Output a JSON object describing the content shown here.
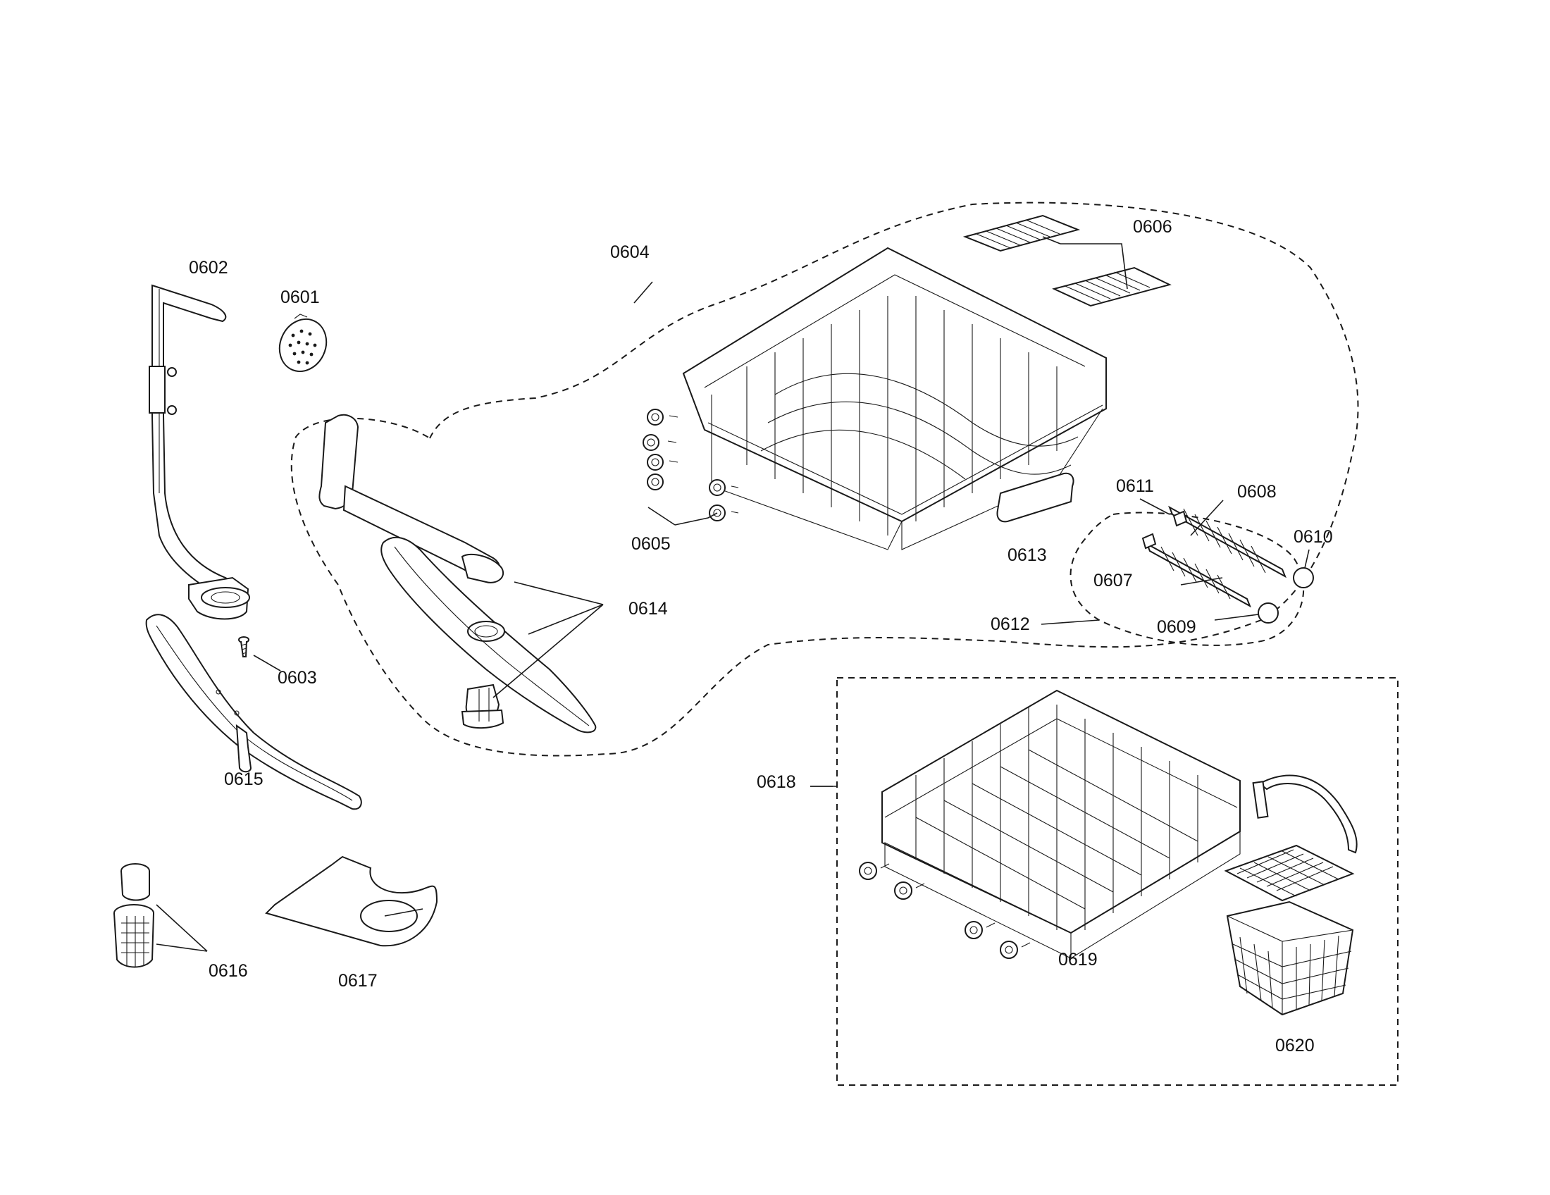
{
  "callouts": {
    "c0601": "0601",
    "c0602": "0602",
    "c0603": "0603",
    "c0604": "0604",
    "c0605": "0605",
    "c0606": "0606",
    "c0607": "0607",
    "c0608": "0608",
    "c0609": "0609",
    "c0610": "0610",
    "c0611": "0611",
    "c0612": "0612",
    "c0613": "0613",
    "c0614": "0614",
    "c0615": "0615",
    "c0616": "0616",
    "c0617": "0617",
    "c0618": "0618",
    "c0619": "0619",
    "c0620": "0620"
  }
}
